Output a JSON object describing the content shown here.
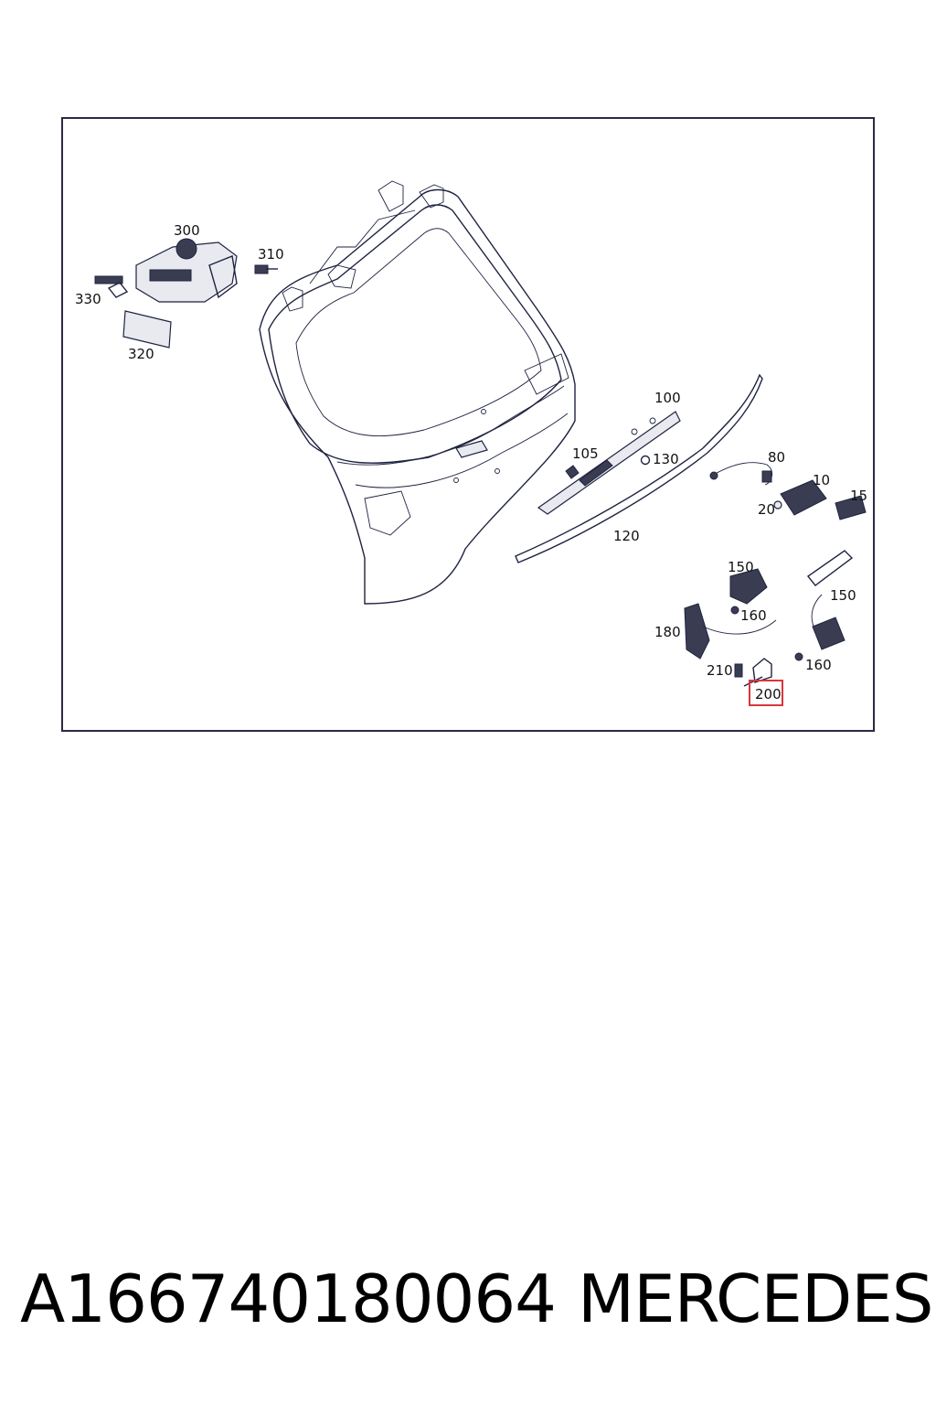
{
  "diagram": {
    "callouts": [
      {
        "id": "300",
        "label": "300"
      },
      {
        "id": "310",
        "label": "310"
      },
      {
        "id": "330",
        "label": "330"
      },
      {
        "id": "320",
        "label": "320"
      },
      {
        "id": "100",
        "label": "100"
      },
      {
        "id": "105",
        "label": "105"
      },
      {
        "id": "130",
        "label": "130"
      },
      {
        "id": "80",
        "label": "80"
      },
      {
        "id": "10",
        "label": "10"
      },
      {
        "id": "15",
        "label": "15"
      },
      {
        "id": "20",
        "label": "20"
      },
      {
        "id": "120",
        "label": "120"
      },
      {
        "id": "150a",
        "label": "150"
      },
      {
        "id": "150b",
        "label": "150"
      },
      {
        "id": "160a",
        "label": "160"
      },
      {
        "id": "160b",
        "label": "160"
      },
      {
        "id": "180",
        "label": "180"
      },
      {
        "id": "210",
        "label": "210"
      },
      {
        "id": "200",
        "label": "200",
        "highlighted": true
      }
    ],
    "highlight_color": "#d9363e"
  },
  "footer": {
    "part_number": "A166740180064",
    "brand": "MERCEDES"
  }
}
